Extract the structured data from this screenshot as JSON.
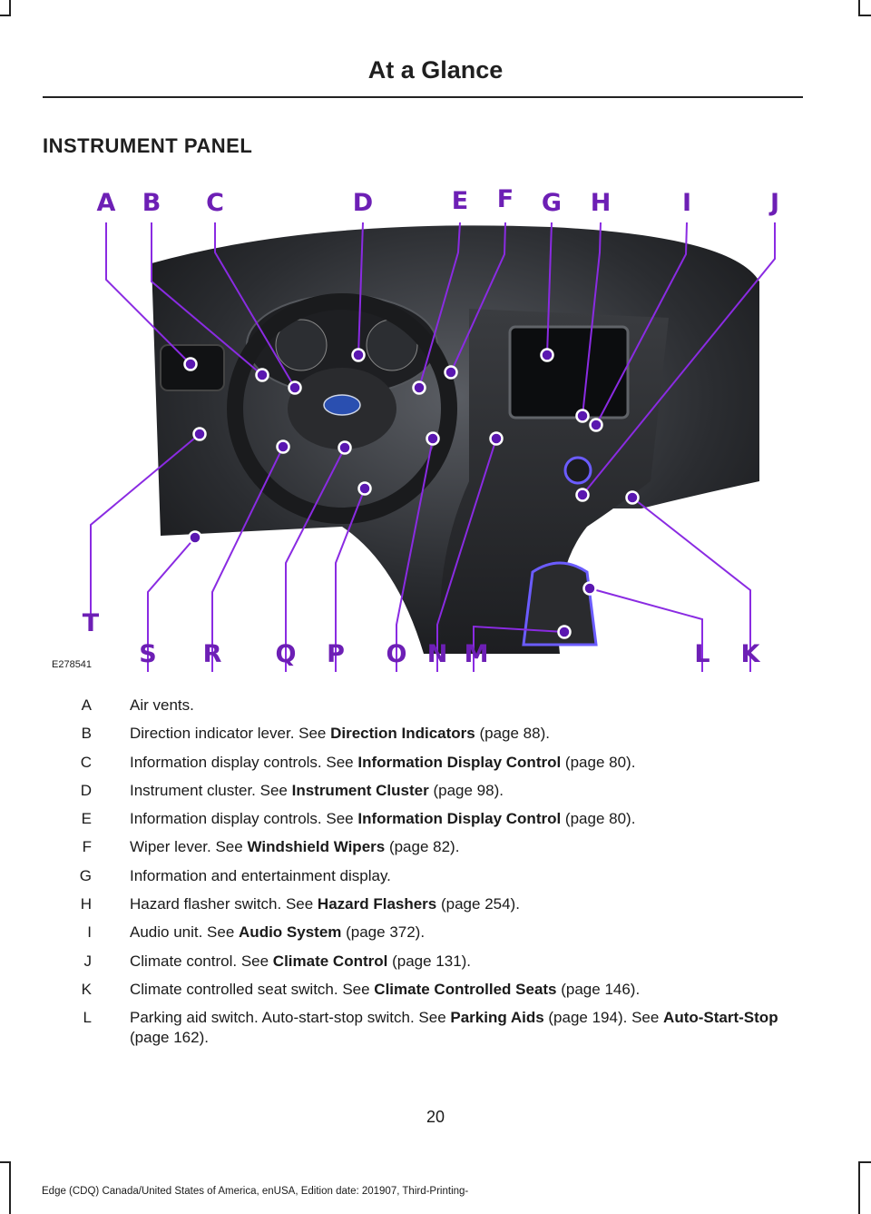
{
  "header": {
    "title": "At a Glance"
  },
  "section": {
    "heading": "INSTRUMENT PANEL"
  },
  "figure": {
    "id": "E278541",
    "callout_letters": [
      "A",
      "B",
      "C",
      "D",
      "E",
      "F",
      "G",
      "H",
      "I",
      "J",
      "K",
      "L",
      "M",
      "N",
      "O",
      "P",
      "Q",
      "R",
      "S",
      "T"
    ],
    "accent_color": "#6d1fb5"
  },
  "legend": [
    {
      "letter": "A",
      "text": "Air vents."
    },
    {
      "letter": "B",
      "text": "Direction indicator lever. See ",
      "ref": "Direction Indicators",
      "page": " (page 88)."
    },
    {
      "letter": "C",
      "text": "Information display controls. See ",
      "ref": "Information Display Control",
      "page": " (page 80)."
    },
    {
      "letter": "D",
      "text": "Instrument cluster. See ",
      "ref": "Instrument Cluster",
      "page": " (page 98)."
    },
    {
      "letter": "E",
      "text": "Information display controls. See ",
      "ref": "Information Display Control",
      "page": " (page 80)."
    },
    {
      "letter": "F",
      "text": "Wiper lever. See ",
      "ref": "Windshield Wipers",
      "page": " (page 82)."
    },
    {
      "letter": "G",
      "text": "Information and entertainment display."
    },
    {
      "letter": "H",
      "text": "Hazard flasher switch. See ",
      "ref": "Hazard Flashers",
      "page": " (page 254)."
    },
    {
      "letter": "I",
      "text": "Audio unit. See ",
      "ref": "Audio System",
      "page": " (page 372)."
    },
    {
      "letter": "J",
      "text": "Climate control. See ",
      "ref": "Climate Control",
      "page": " (page 131)."
    },
    {
      "letter": "K",
      "text": "Climate controlled seat switch.  See ",
      "ref": "Climate Controlled Seats",
      "page": " (page 146)."
    },
    {
      "letter": "L",
      "text": "Parking aid switch. Auto-start-stop switch.  See ",
      "ref": "Parking Aids",
      "page": " (page 194).  See ",
      "ref2": "Auto-Start-Stop",
      "page2": " (page 162)."
    }
  ],
  "page_number": "20",
  "footer": {
    "text": "Edge (CDQ) Canada/United States of America, enUSA, Edition date: 201907, Third-Printing-"
  }
}
